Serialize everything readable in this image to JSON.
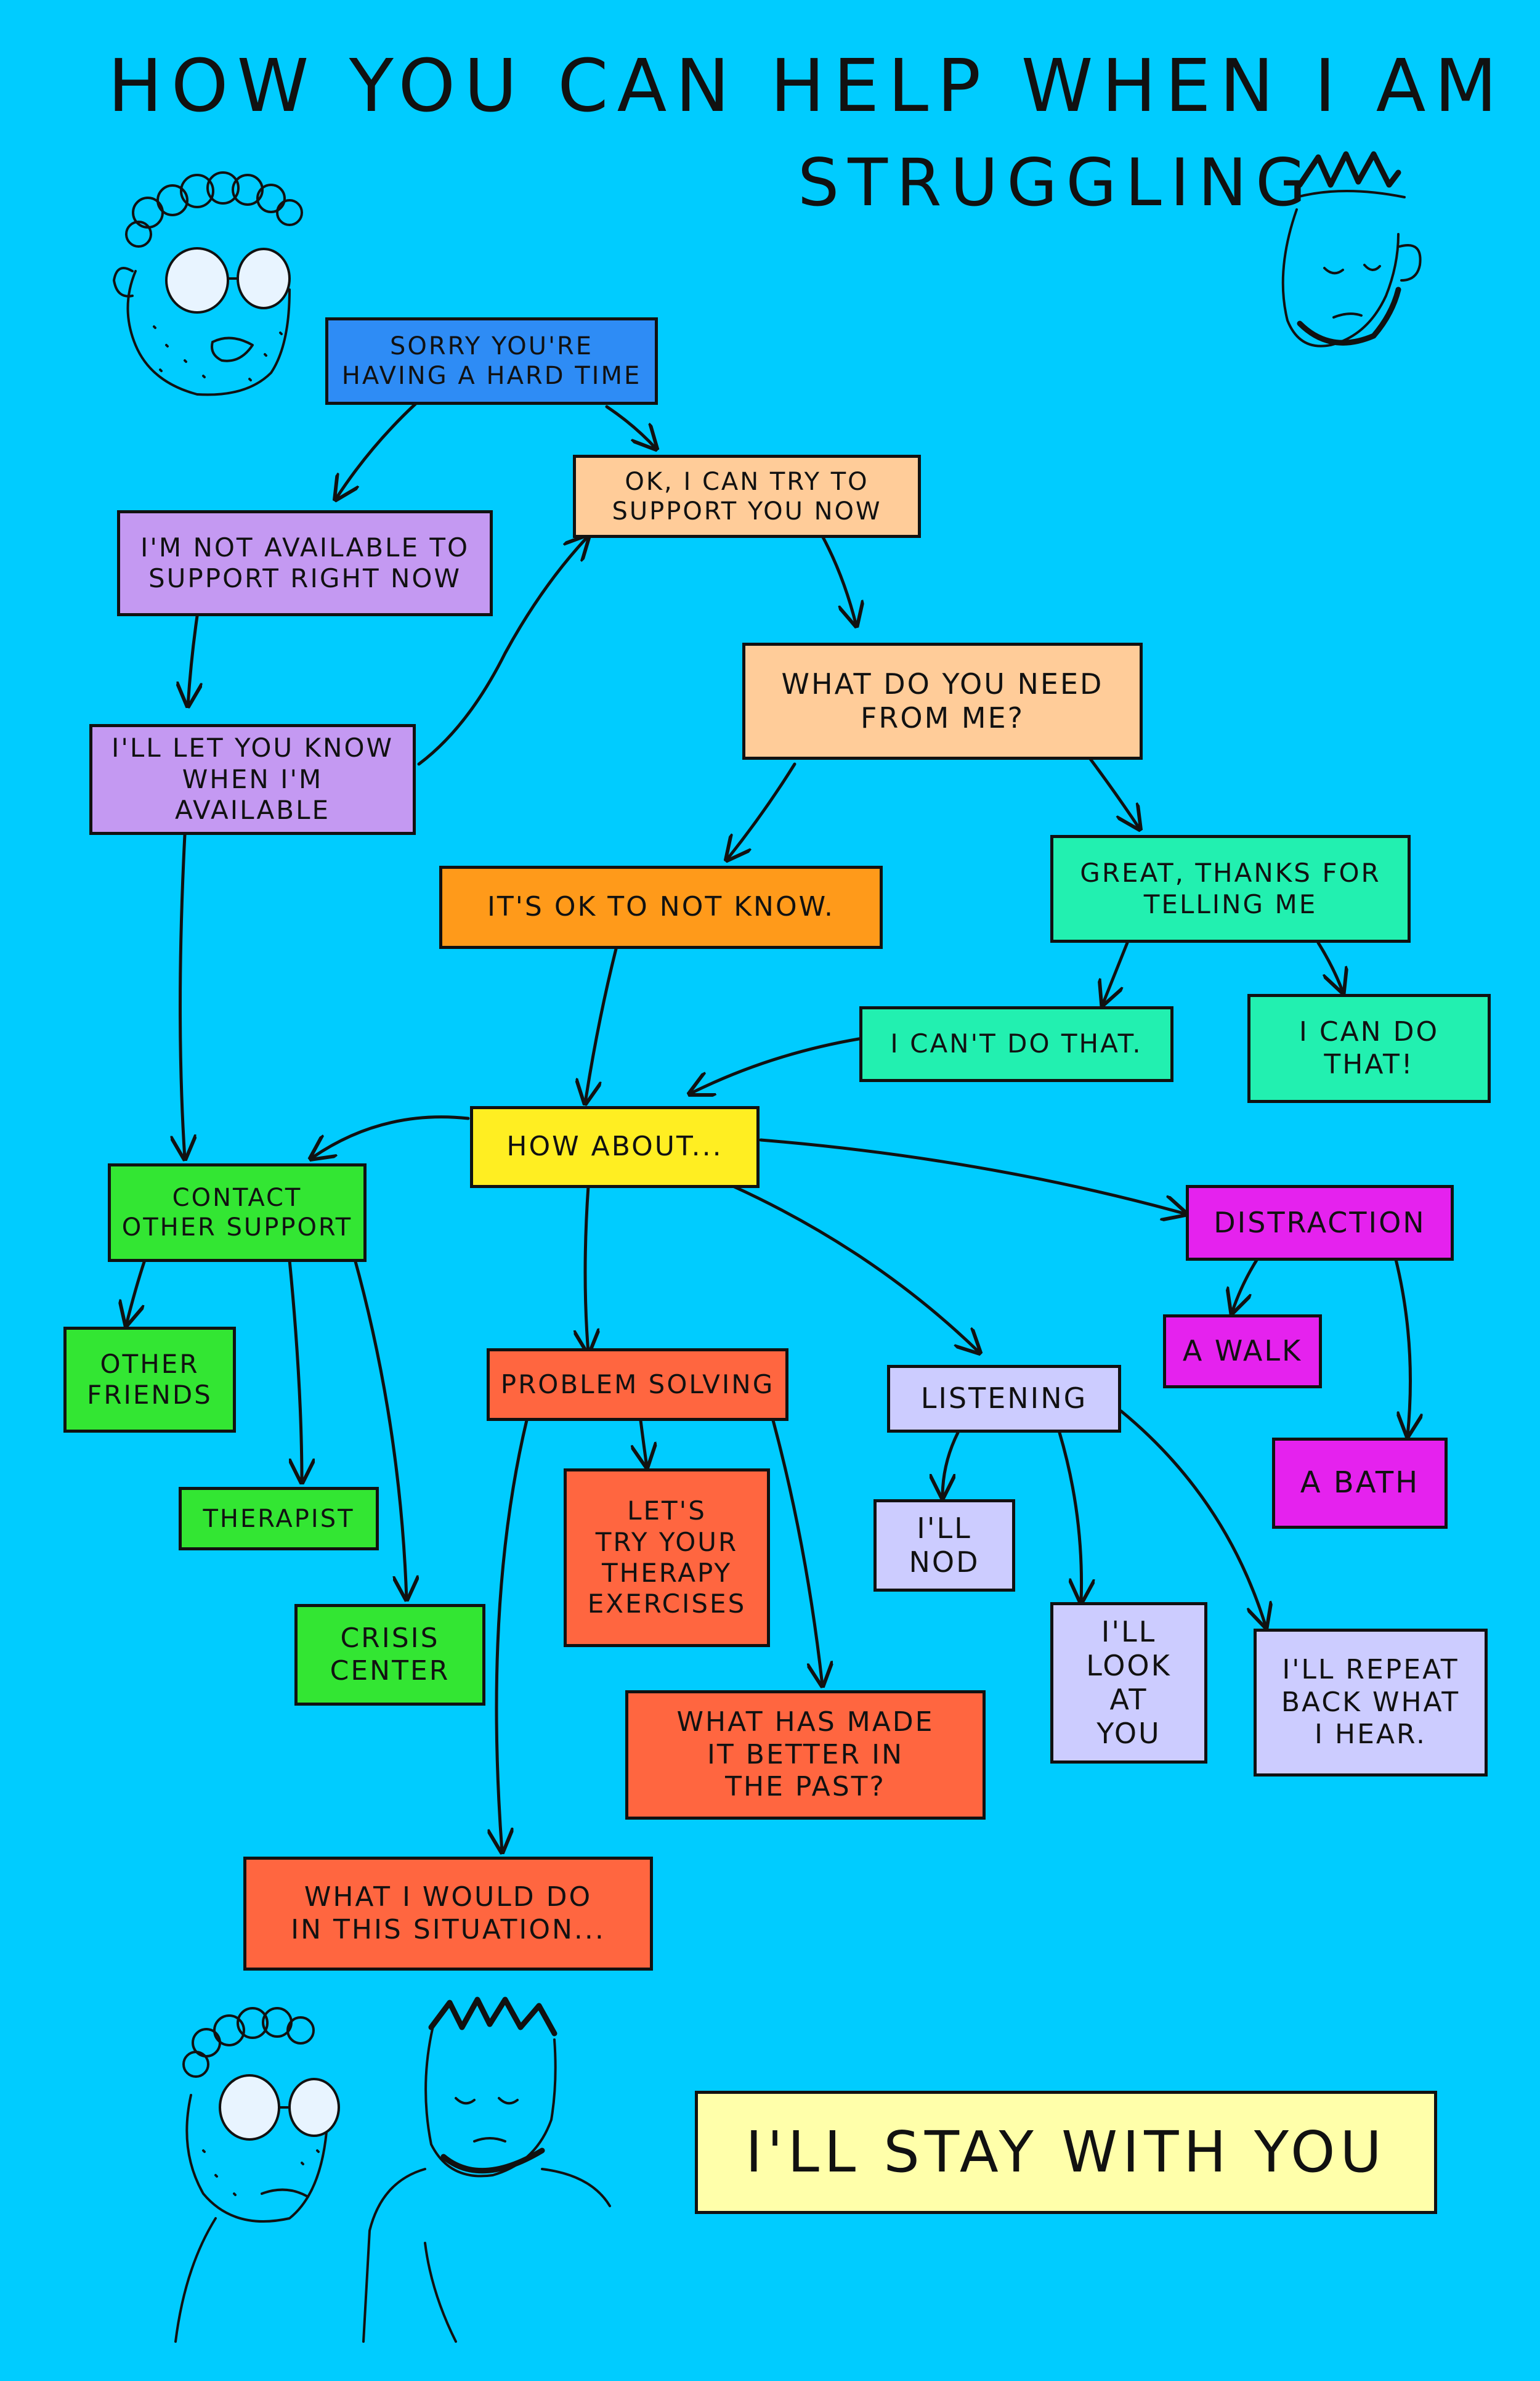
{
  "title": {
    "line1": "HOW YOU CAN HELP WHEN I AM",
    "line2": "STRUGGLING"
  },
  "colors": {
    "background": "#00CCFF",
    "blue": "#2E8CF5",
    "peach": "#FFCC99",
    "lavender": "#C499F2",
    "orange": "#FF9A1A",
    "teal": "#22F0B0",
    "yellow": "#FFEE22",
    "green": "#33E633",
    "red_orange": "#FF6640",
    "pale_lavender": "#CCCCFF",
    "magenta": "#E522EE",
    "pale_yellow": "#FFFFAA",
    "ink": "#111111",
    "lens": "#E8F4FF"
  },
  "nodes": {
    "sorry": "SORRY YOU'RE\nHAVING A HARD TIME",
    "ok_try": "OK, I CAN TRY TO\nSUPPORT YOU NOW",
    "not_available": "I'M NOT AVAILABLE TO\nSUPPORT RIGHT NOW",
    "let_you_know": "I'LL LET YOU KNOW\nWHEN I'M AVAILABLE",
    "what_need": "WHAT DO YOU NEED\nFROM ME?",
    "ok_not_know": "IT'S OK TO NOT KNOW.",
    "great_thanks": "GREAT, THANKS FOR\nTELLING ME",
    "cant_do": "I CAN'T DO THAT.",
    "can_do": "I CAN DO\nTHAT!",
    "how_about": "HOW ABOUT...",
    "contact_support": "CONTACT\nOTHER SUPPORT",
    "distraction": "DISTRACTION",
    "other_friends": "OTHER\nFRIENDS",
    "therapist": "THERAPIST",
    "crisis_center": "CRISIS\nCENTER",
    "problem_solving": "PROBLEM SOLVING",
    "listening": "LISTENING",
    "a_walk": "A WALK",
    "a_bath": "A BATH",
    "therapy_exercises": "LET'S\nTRY YOUR\nTHERAPY\nEXERCISES",
    "nod": "I'LL\nNOD",
    "look_at_you": "I'LL\nLOOK AT\nYOU",
    "repeat_back": "I'LL REPEAT\nBACK WHAT\nI HEAR.",
    "made_better": "WHAT HAS MADE\nIT BETTER IN\nTHE PAST?",
    "what_i_would_do": "WHAT I WOULD DO\nIN THIS SITUATION...",
    "stay_with_you": "I'LL STAY WITH YOU"
  }
}
